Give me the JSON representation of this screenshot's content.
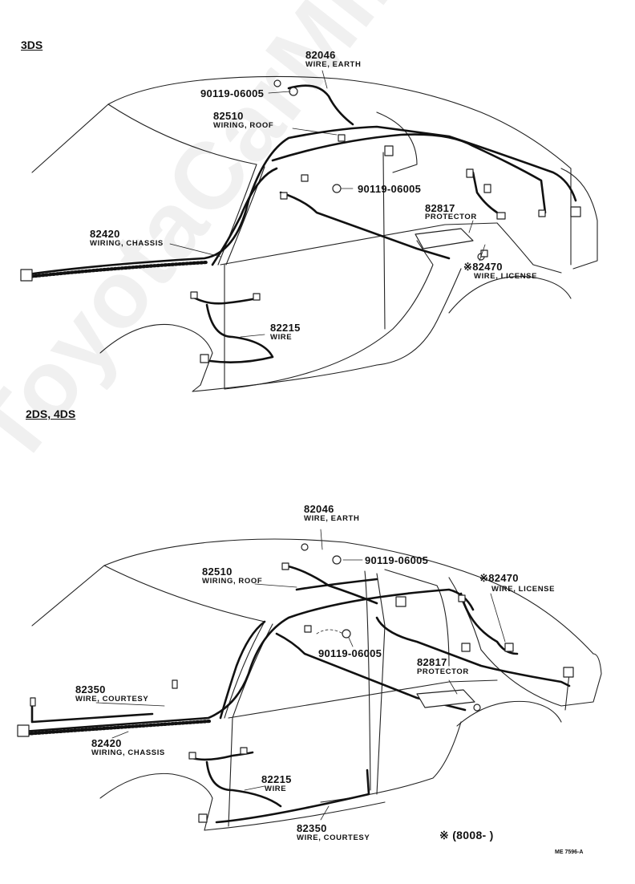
{
  "watermark": "ToyotaCarMine.ru",
  "sections": [
    {
      "title": "3DS",
      "labels": {
        "wire_earth_num": "82046",
        "wire_earth_desc": "WIRE, EARTH",
        "bolt_top": "90119-06005",
        "wiring_roof_num": "82510",
        "wiring_roof_desc": "WIRING, ROOF",
        "bolt_mid": "90119-06005",
        "protector_num": "82817",
        "protector_desc": "PROTECTOR",
        "wiring_chassis_num": "82420",
        "wiring_chassis_desc": "WIRING, CHASSIS",
        "wire_license_num": "※82470",
        "wire_license_desc": "WIRE, LICENSE",
        "wire_num": "82215",
        "wire_desc": "WIRE"
      }
    },
    {
      "title": "2DS, 4DS",
      "labels": {
        "wire_earth_num": "82046",
        "wire_earth_desc": "WIRE, EARTH",
        "bolt_top": "90119-06005",
        "wiring_roof_num": "82510",
        "wiring_roof_desc": "WIRING, ROOF",
        "wire_license_num": "※82470",
        "wire_license_desc": "WIRE, LICENSE",
        "bolt_mid": "90119-06005",
        "protector_num": "82817",
        "protector_desc": "PROTECTOR",
        "courtesy_num": "82350",
        "courtesy_desc": "WIRE, COURTESY",
        "wiring_chassis_num": "82420",
        "wiring_chassis_desc": "WIRING, CHASSIS",
        "wire_num": "82215",
        "wire_desc": "WIRE",
        "courtesy2_num": "82350",
        "courtesy2_desc": "WIRE, COURTESY"
      }
    }
  ],
  "footnote": "※ (8008-        )",
  "code": "ME 7596-A"
}
